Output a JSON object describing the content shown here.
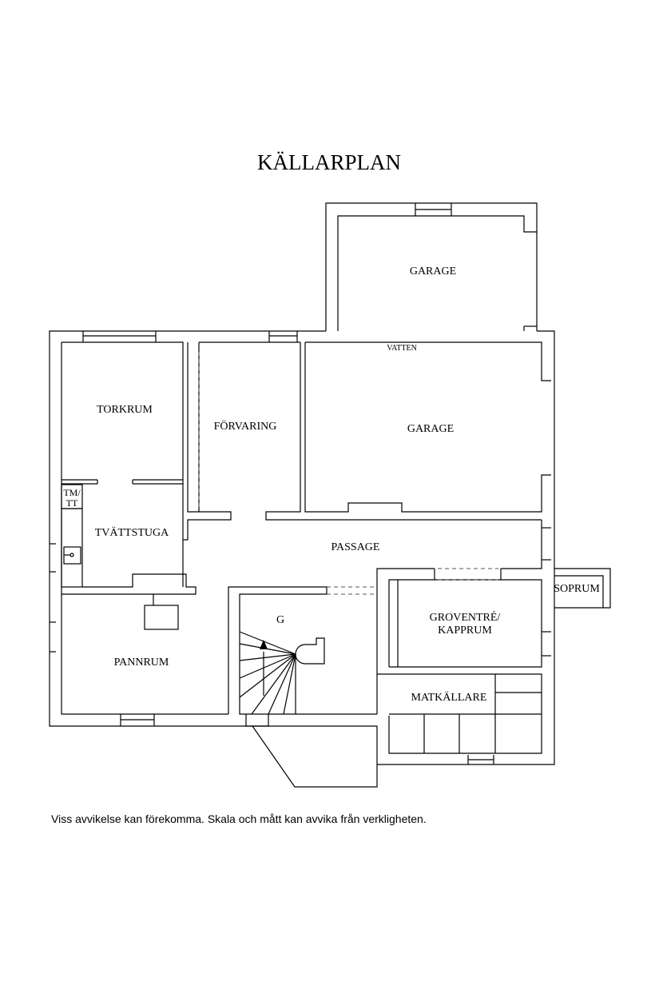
{
  "plan": {
    "title": "KÄLLARPLAN",
    "rooms": {
      "garage_top": "GARAGE",
      "vatten": "VATTEN",
      "garage_main": "GARAGE",
      "torkrum": "TORKRUM",
      "forvaring": "FÖRVARING",
      "tm_line1": "TM/",
      "tm_line2": "TT",
      "tvattstuga": "TVÄTTSTUGA",
      "passage": "PASSAGE",
      "soprum": "SOPRUM",
      "g": "G",
      "groventre_line1": "GROVENTRÉ/",
      "groventre_line2": "KAPPRUM",
      "pannrum": "PANNRUM",
      "matkallare": "MATKÄLLARE"
    }
  },
  "disclaimer": "Viss avvikelse kan förekomma. Skala och mått kan avvika från verkligheten."
}
